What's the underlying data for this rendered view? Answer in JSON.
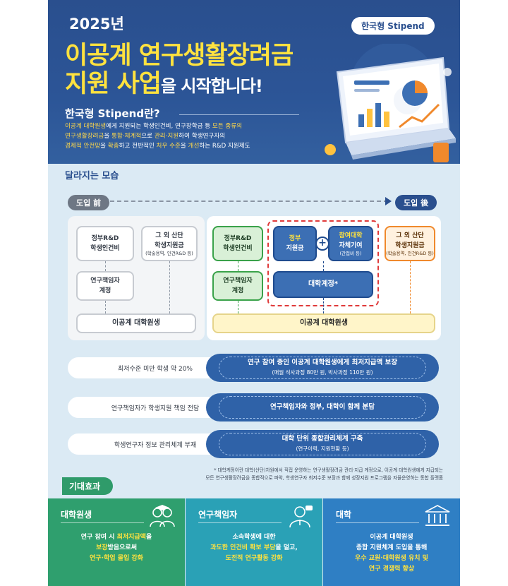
{
  "header": {
    "year": "2025년",
    "title_line1": "이공계 연구생활장려금",
    "title_line2": "지원 사업",
    "title_line2_suffix": "을 시작합니다!",
    "badge": "한국형 Stipend",
    "what_title": "한국형 Stipend란?",
    "desc": {
      "l1a": "이공계 대학원생",
      "l1b": "에게 지원되는 학생인건비, 연구장학금 등 ",
      "l1c": "모든 종류의",
      "l2a": "연구생활장려금",
      "l2b": "을 ",
      "l2c": "통합·체계적",
      "l2d": "으로 ",
      "l2e": "관리·지원",
      "l2f": "하여 학생연구자의",
      "l3a": "경제적 안전망",
      "l3b": "을 ",
      "l3c": "확충",
      "l3d": "하고 전반적인 ",
      "l3e": "처우 수준",
      "l3f": "을 ",
      "l3g": "개선",
      "l3h": "하는 R&D 지원제도"
    }
  },
  "changes": {
    "title": "달라지는 모습",
    "before_label": "도입 前",
    "after_label": "도입 後",
    "before": {
      "rnd_line1": "정부R&D",
      "rnd_line2": "학생인건비",
      "other_line1": "그 외 산단",
      "other_line2": "학생지원금",
      "other_sub": "(학술용역, 인건R&D 등)",
      "pi_line1": "연구책임자",
      "pi_line2": "계정",
      "grad": "이공계 대학원생"
    },
    "after": {
      "rnd_line1": "정부R&D",
      "rnd_line2": "학생인건비",
      "gov_line1": "정부",
      "gov_line2": "지원금",
      "univ_line1": "참여대학",
      "univ_line2": "자체기여",
      "univ_sub": "(간접비 등)",
      "other_line1": "그 외 산단",
      "other_line2": "학생지원금",
      "other_sub": "(학술용역, 인건R&D 등)",
      "pi_line1": "연구책임자",
      "pi_line2": "계정",
      "acct": "대학계정*",
      "grad": "이공계 대학원생",
      "plus": "+"
    },
    "rows": [
      {
        "left": "최저수준 미만 학생 약 20%",
        "right": "연구 참여 중인 이공계 대학원생에게 최저지급액 보장",
        "right_sub": "(매월 석사과정 80만 원, 박사과정 110만 원)"
      },
      {
        "left": "연구책임자가  학생지원 책임 전담",
        "right": "연구책임자와 정부, 대학이 함께 분담",
        "right_sub": ""
      },
      {
        "left": "학생연구자  정보 관리체계 부재",
        "right": "대학 단위 종합관리체계 구축",
        "right_sub": "(연구이력, 지원현황 등)"
      }
    ],
    "footnote_line1": "* 대학계정이란 대학(산단)차원에서 직접 운영하는 연구생활장려금 관리·지급 계정으로, 이공계 대학원생에게 지급되는",
    "footnote_line2": "모든 연구생활장려금을 종합적으로 파악, 학생연구자 최저수준 보장과 함께 성장지원 프로그램을 자율운영하는 통합 플랫폼"
  },
  "effects": {
    "title": "기대효과",
    "grad": {
      "head": "대학원생",
      "l1a": "연구 참여 시 ",
      "l1b": "최저지급액",
      "l1c": "을",
      "l2a": "보장",
      "l2b": "받음으로써",
      "l3": "연구·학업 몰입 강화"
    },
    "pi": {
      "head": "연구책임자",
      "l1": "소속학생에 대한",
      "l2a": "과도한 인건비 확보 부담",
      "l2b": "을 덜고,",
      "l3": "도전적 연구활동 강화"
    },
    "univ": {
      "head": "대학",
      "l1": "이공계 대학원생",
      "l2": "종합 지원체계 도입을 통해",
      "l3": "우수 교원·대학원생 유치 및",
      "l4": "연구 경쟁력 향상"
    }
  },
  "colors": {
    "header_bg": "#2a4f8e",
    "title_yellow": "#ffe23f",
    "poster_bg": "#dbeaf4",
    "effect_green": "#2f9f6e",
    "effect_teal": "#2aa1b6",
    "effect_blue": "#2f7fc4",
    "accent_red": "#e03a3a"
  },
  "icons": {
    "header_illustration": "laptop-charts-illustration",
    "grad_icon": "students-icon",
    "pi_icon": "researcher-icon",
    "univ_icon": "university-icon"
  }
}
